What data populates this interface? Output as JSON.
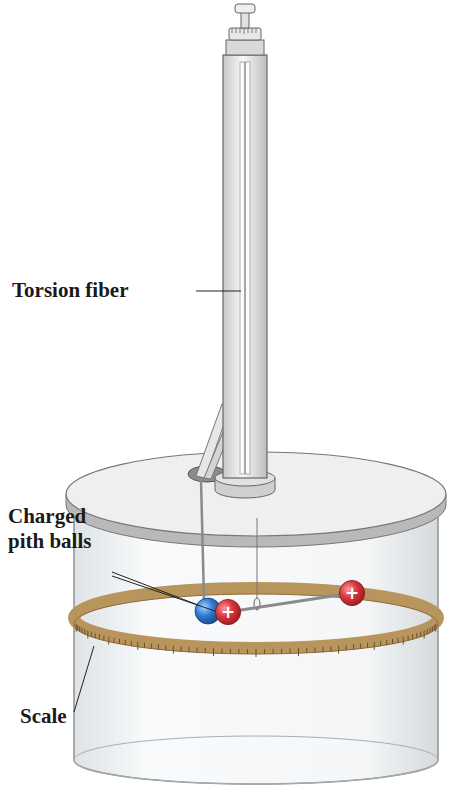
{
  "diagram": {
    "nodes": [
      {
        "text": [
          "+"
        ]
      },
      {
        "text": [
          "+"
        ]
      }
    ],
    "edges": [
      {
        "from": 0,
        "to": 1,
        "arrow": "none"
      }
    ],
    "labels": [
      "Torsion fiber",
      "Charged pith balls",
      "Scale"
    ]
  }
}
